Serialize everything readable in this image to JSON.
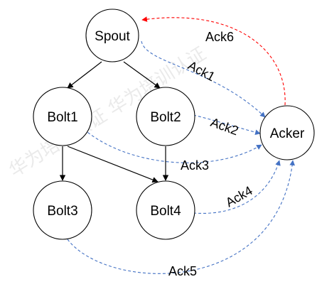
{
  "nodes": {
    "spout": "Spout",
    "bolt1": "Bolt1",
    "bolt2": "Bolt2",
    "bolt3": "Bolt3",
    "bolt4": "Bolt4",
    "acker": "Acker"
  },
  "acks": {
    "ack1": "Ack1",
    "ack2": "Ack2",
    "ack3": "Ack3",
    "ack4": "Ack4",
    "ack5": "Ack5",
    "ack6": "Ack6"
  },
  "watermark": "华为培训认证 华为培训认证",
  "colors": {
    "tree_edge": "#000000",
    "ack_edge": "#4472c4",
    "ack6_edge": "#ff0000",
    "node_stroke": "#000000"
  }
}
